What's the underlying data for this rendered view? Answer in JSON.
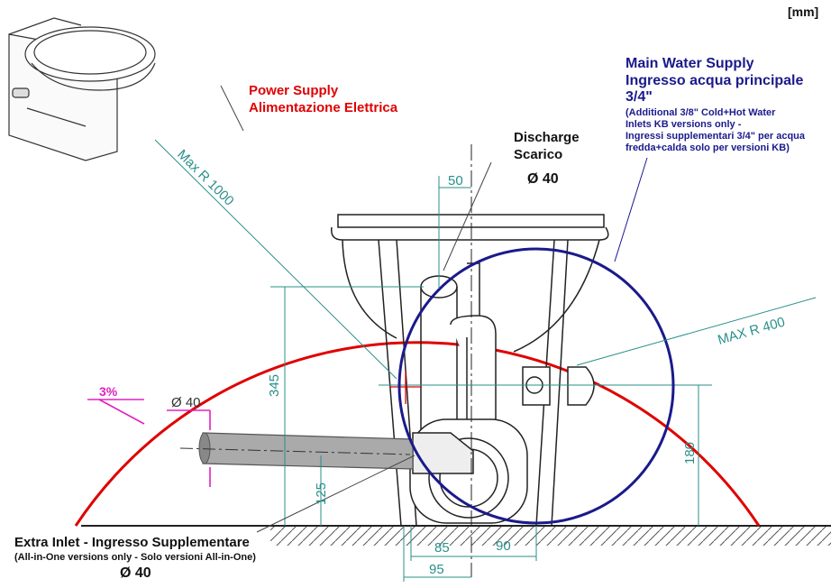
{
  "units": "[mm]",
  "power": {
    "line1": "Power Supply",
    "line2": "Alimentazione Elettrica",
    "color": "#e00000"
  },
  "water": {
    "line1": "Main Water Supply",
    "line2": "Ingresso acqua principale",
    "line3": "3/4\"",
    "note1": "(Additional 3/8\" Cold+Hot Water",
    "note2": "Inlets KB versions only -",
    "note3": "Ingressi supplementari 3/4\" per acqua",
    "note4": "fredda+calda solo per versioni KB)",
    "color": "#1a1a8c"
  },
  "discharge": {
    "line1": "Discharge",
    "line2": "Scarico",
    "diameter": "Ø  40"
  },
  "extra": {
    "line1": "Extra Inlet - Ingresso Supplementare",
    "line2": "(All-in-One versions only - Solo versioni All-in-One)",
    "diameter": "Ø  40"
  },
  "radius_power": "Max R 1000",
  "radius_water": "MAX R 400",
  "slope": "3%",
  "pipe_diameter": "Ø 40",
  "dims": {
    "d50": "50",
    "d345": "345",
    "d180": "180",
    "d125": "125",
    "d85": "85",
    "d90": "90",
    "d95": "95"
  },
  "colors": {
    "dimension": "#2a8f8a",
    "slope": "#e020c0",
    "outline": "#222222"
  }
}
